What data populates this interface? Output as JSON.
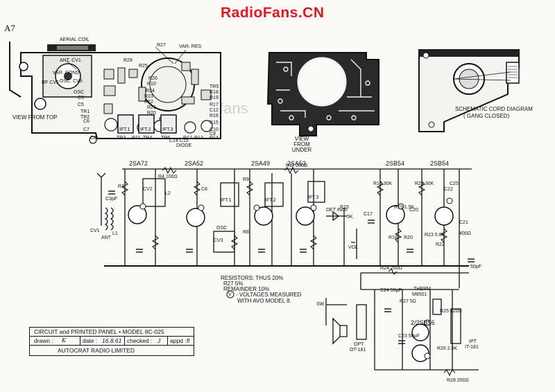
{
  "header": {
    "site_title": "RadioFans.CN",
    "page_code": "A7",
    "watermark": "fans"
  },
  "views": {
    "top_view_label": "VIEW FROM TOP",
    "under_view_label": "VIEW FROM UNDER",
    "cord_diagram_label": "SCHEMATIC CORD DIAGRAM",
    "cord_diagram_note": "( GANG CLOSED)"
  },
  "top_view_parts": {
    "aerial_coil": "AERIAL COIL",
    "var_res": "VAR. RES",
    "ant_cv1": "ANT. CV1",
    "var_cond": "VAR. COND",
    "rf_cv2": "RF CV2",
    "osc_cv3": "OSC. CV3",
    "r27": "R27",
    "r28": "R28",
    "r25": "R25",
    "r26": "R26",
    "r24": "R24",
    "r23": "R23",
    "r22": "R22",
    "r21": "R21",
    "r20": "R20",
    "r19": "R19",
    "r18": "R18",
    "r17": "R17",
    "r16": "R16",
    "r15": "R15",
    "r14": "R14",
    "r13": "R13",
    "r12": "R12",
    "r11": "R11",
    "r10": "R10",
    "c12": "C12",
    "c10": "C10",
    "c9": "C9",
    "c8": "C8",
    "c7": "C7",
    "c6": "C6",
    "c5": "C5",
    "c3": "C3",
    "c14c15": "C14 C15",
    "tr1": "TR1",
    "tr2": "TR2",
    "tr3": "TR3",
    "tr4": "TR4",
    "tr5": "TR5",
    "tr6": "TR6",
    "diode": "DIODE",
    "ift1": "IFT.1",
    "ift2": "IFT.2",
    "ift3": "IFT.3",
    "osc": "OSC"
  },
  "transistors": [
    "2SA72",
    "2SA52",
    "2SA49",
    "2SA53",
    "2SB54",
    "2SB54"
  ],
  "output_transistor": "2/2SB56",
  "schematic_labels": {
    "r4": "R4 100Ω",
    "r11": "R11 200Ω",
    "r24": "R24 200Ω",
    "r28": "R28 200Ω",
    "r3": "R3",
    "r16": "R16 30K",
    "r21": "R21 30K",
    "r19": "R19 1.5K",
    "r15": "R15",
    "r5k": "5K",
    "r9": "R9",
    "r8": "R8",
    "c8": "C8",
    "c23": "C23 50μF",
    "c24": "C24 50μF",
    "c17": "C17",
    "c25": "C25",
    "c3pf": "C3pF",
    "cv1": "CV1",
    "cv2": "CV2",
    "cv3": "CV3",
    "l1": "L1",
    "l2": "L2",
    "ant": "ANT",
    "osc": "OSC",
    "det": "DET IN60",
    "vol": "VOL",
    "ift1": "IFT.1",
    "ift2": "IFT.2",
    "ift3": "IFT.3",
    "therm": "THERM",
    "therm_part": "M8501",
    "r27": "R27 5Ω",
    "r25": "R25 120Ω",
    "r26": "R26 2.5K",
    "opt": "OPT",
    "opt_part": "OT-181",
    "ipt": "IPT",
    "ipt_part": "IT-181",
    "sw": "SW",
    "r18": "R18",
    "r20": "R20",
    "r22": "R22",
    "r23": "R23 5.8K",
    "c20": "C20",
    "c21": "C21",
    "c22": "C22",
    "r400": "400Ω",
    "c50pf": "50pF"
  },
  "notes": {
    "resistors_line1": "RESISTORS: THUS 20%",
    "resistors_line2": "R27 5%",
    "resistors_line3": "REMAINDER 10%",
    "voltage_symbol": "V",
    "voltage_line1": "- VOLTAGES MEASURED",
    "voltage_line2": "WITH AVO MODEL 8."
  },
  "title_block": {
    "title": "CIRCUIT and PRINTED  PANEL • MODEL 8C-025",
    "drawn_label": "drawn :",
    "drawn_value": "K",
    "date_label": "date :",
    "date_value": "16.8.61",
    "checked_label": "checked :",
    "checked_value": "J",
    "appd_label": "appd :",
    "appd_value": "fl",
    "company": "AUTOCRAT RADIO LIMITED"
  }
}
